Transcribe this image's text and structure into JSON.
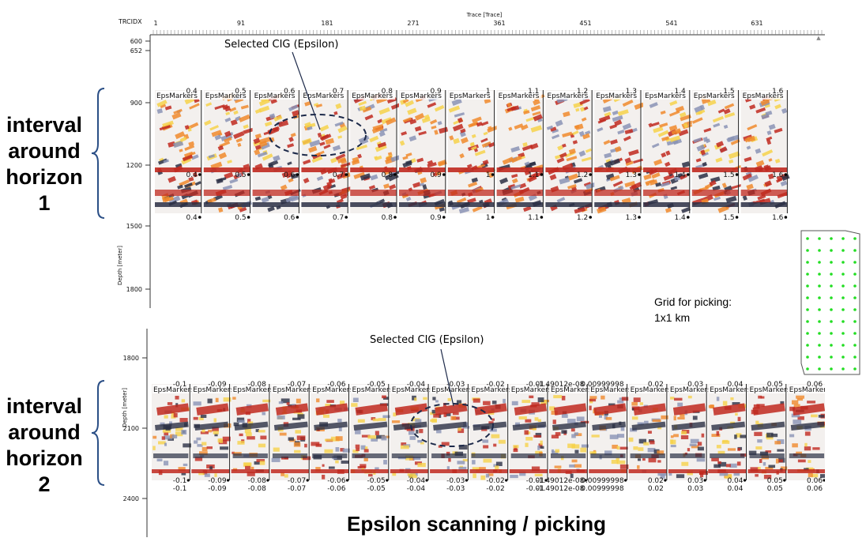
{
  "top_panel": {
    "trc_label": "TRCIDX",
    "trace_axis_title": "Trace [Trace]",
    "trace_ticks": [
      "1",
      "91",
      "181",
      "271",
      "361",
      "451",
      "541",
      "631"
    ],
    "depth_ticks": [
      "600",
      "652",
      "900",
      "1200",
      "1500",
      "1800"
    ],
    "depth_axis_title": "Depth [meter]",
    "panel_label": "EpsMarkers",
    "top_values": [
      "0.4",
      "0.5",
      "0.6",
      "0.7",
      "0.8",
      "0.9",
      "1",
      "1.1",
      "1.2",
      "1.3",
      "1.4",
      "1.5",
      "1.6"
    ],
    "selected_annotation": "Selected CIG (Epsilon)"
  },
  "bottom_panel": {
    "depth_ticks": [
      "1800",
      "2100",
      "2400"
    ],
    "depth_axis_title": "Depth [meter]",
    "panel_label": "EpsMarkers",
    "values": [
      "-0.1",
      "-0.09",
      "-0.08",
      "-0.07",
      "-0.06",
      "-0.05",
      "-0.04",
      "-0.03",
      "-0.02",
      "-0.01",
      "-1.49012e-08",
      "0.00999998",
      "0.02",
      "0.03",
      "0.04",
      "0.05",
      "0.06"
    ],
    "selected_annotation": "Selected CIG (Epsilon)"
  },
  "left_labels": {
    "horizon1": "interval around horizon 1",
    "horizon2": "interval around horizon 2"
  },
  "grid_note": {
    "line1": "Grid for picking:",
    "line2": "1x1 km"
  },
  "caption": "Epsilon scanning / picking",
  "colors": {
    "red": "#c0291f",
    "orange": "#f08a2c",
    "yellow": "#f6d24a",
    "dark": "#2a2f44",
    "blue_grey": "#8a93b5",
    "grid_dot": "#22dd22"
  }
}
